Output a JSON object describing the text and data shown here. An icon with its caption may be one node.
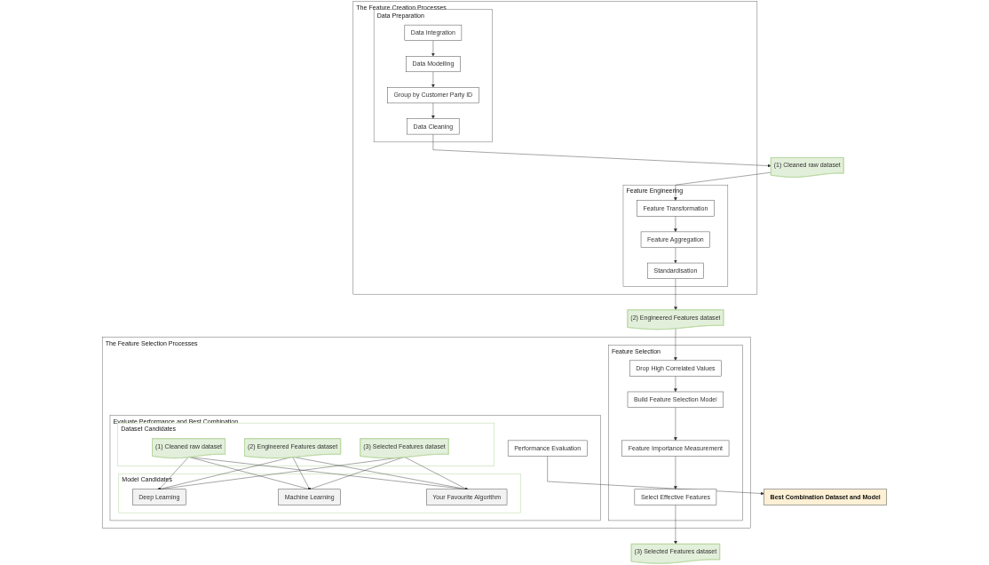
{
  "diagram": {
    "nodes": [
      {
        "text": [
          "The Feature Creation Processes"
        ]
      },
      {
        "text": [
          "Data Preparation"
        ],
        "in": 0
      },
      {
        "text": [
          "Data Integration"
        ],
        "in": 1
      },
      {
        "text": [
          "Data Modelling"
        ],
        "in": 1
      },
      {
        "text": [
          "Group by Customer Party ID"
        ],
        "in": 1
      },
      {
        "text": [
          "Data Cleaning"
        ],
        "in": 1
      },
      {
        "text": [
          "Feature Engineering"
        ],
        "in": 0
      },
      {
        "text": [
          "Feature Transformation"
        ],
        "in": 6
      },
      {
        "text": [
          "Feature Aggregation"
        ],
        "in": 6
      },
      {
        "text": [
          "Standardisation"
        ],
        "in": 6
      },
      {
        "text": [
          "The Feature Selection Processes"
        ]
      },
      {
        "text": [
          "Feature Selection"
        ],
        "in": 10
      },
      {
        "text": [
          "Drop High Correlated Values"
        ],
        "in": 11
      },
      {
        "text": [
          "Build Feature Selection Model"
        ],
        "in": 11
      },
      {
        "text": [
          "Feature Importance Measurement"
        ],
        "in": 11
      },
      {
        "text": [
          "Select Effective Features"
        ],
        "in": 11
      },
      {
        "text": [
          "Evaluate Performance and Best Combination"
        ],
        "in": 10
      },
      {
        "text": [
          "Dataset Candidates"
        ],
        "in": 16
      },
      {
        "text": [
          "(1) Cleaned raw dataset"
        ],
        "in": 17
      },
      {
        "text": [
          "(2) Engineered Features dataset"
        ],
        "in": 17
      },
      {
        "text": [
          "(3) Selected Features dataset"
        ],
        "in": 17
      },
      {
        "text": [
          "Model Candidates"
        ],
        "in": 16
      },
      {
        "text": [
          "Deep Learning"
        ],
        "in": 21
      },
      {
        "text": [
          "Machine Learning"
        ],
        "in": 21
      },
      {
        "text": [
          "Your Favourite Algorithm"
        ],
        "in": 21
      },
      {
        "text": [
          "Performance Evaluation"
        ],
        "in": 16
      },
      {
        "text": [
          "(1) Cleaned raw dataset"
        ]
      },
      {
        "text": [
          "(2) Engineered Features dataset"
        ]
      },
      {
        "text": [
          "(3) Selected Features dataset"
        ]
      },
      {
        "text": [
          "Best Combination Dataset and Model"
        ]
      }
    ],
    "edges": [
      {
        "from": 2,
        "to": 3,
        "arrow": "to"
      },
      {
        "from": 3,
        "to": 4,
        "arrow": "to"
      },
      {
        "from": 4,
        "to": 5,
        "arrow": "to"
      },
      {
        "from": 5,
        "to": 26,
        "arrow": "to"
      },
      {
        "from": 26,
        "to": 7,
        "arrow": "to"
      },
      {
        "from": 7,
        "to": 8,
        "arrow": "to"
      },
      {
        "from": 8,
        "to": 9,
        "arrow": "to"
      },
      {
        "from": 9,
        "to": 27,
        "arrow": "to"
      },
      {
        "from": 27,
        "to": 12,
        "arrow": "to"
      },
      {
        "from": 12,
        "to": 13,
        "arrow": "to"
      },
      {
        "from": 13,
        "to": 14,
        "arrow": "to"
      },
      {
        "from": 14,
        "to": 15,
        "arrow": "to"
      },
      {
        "from": 15,
        "to": 28,
        "arrow": "to"
      },
      {
        "from": 18,
        "to": 22,
        "arrow": "to"
      },
      {
        "from": 18,
        "to": 23,
        "arrow": "to"
      },
      {
        "from": 18,
        "to": 24,
        "arrow": "to"
      },
      {
        "from": 19,
        "to": 22,
        "arrow": "to"
      },
      {
        "from": 19,
        "to": 23,
        "arrow": "to"
      },
      {
        "from": 19,
        "to": 24,
        "arrow": "to"
      },
      {
        "from": 20,
        "to": 22,
        "arrow": "to"
      },
      {
        "from": 20,
        "to": 23,
        "arrow": "to"
      },
      {
        "from": 20,
        "to": 24,
        "arrow": "to"
      },
      {
        "from": 25,
        "to": 29,
        "arrow": "to"
      }
    ]
  }
}
